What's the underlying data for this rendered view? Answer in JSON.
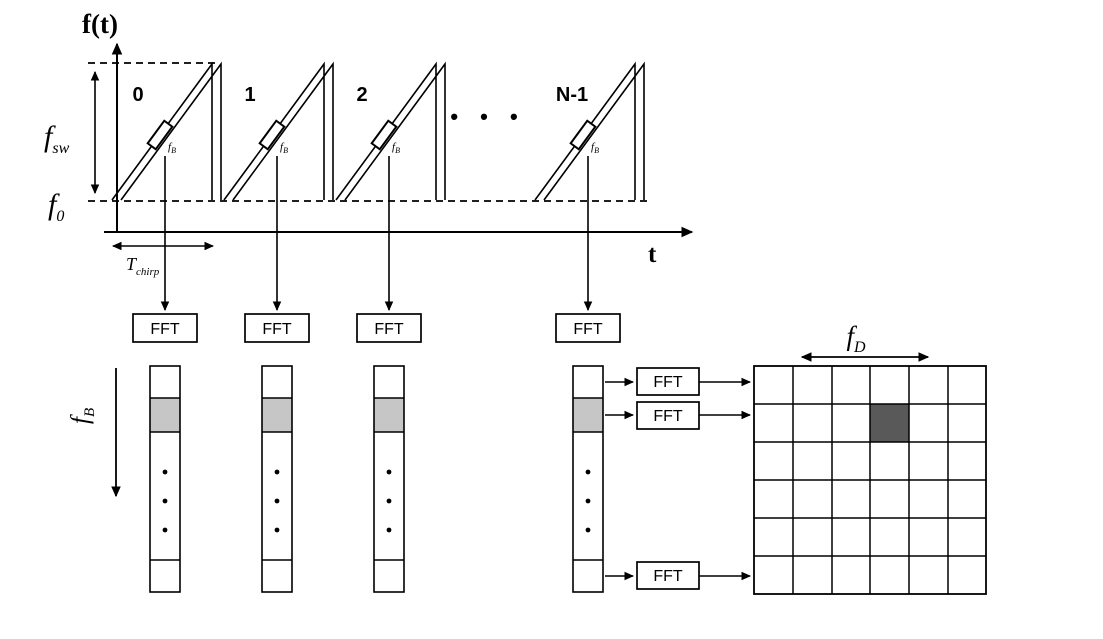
{
  "figure": {
    "description": "FMCW radar chirp sequence processed by per-chirp range FFTs and cross-chirp Doppler FFTs into a range-Doppler map",
    "axes": {
      "y_label": "f(t)",
      "x_label": "t"
    },
    "labels": {
      "f_sw": {
        "base": "f",
        "sub": "sw"
      },
      "f_0": {
        "base": "f",
        "sub": "0"
      },
      "t_chirp": {
        "base": "T",
        "sub": "chirp"
      },
      "f_b": {
        "base": "f",
        "sub": "B"
      },
      "f_d": {
        "base": "f",
        "sub": "D"
      },
      "fft": "FFT",
      "ellipsis": "• • •"
    },
    "chirp_indices": [
      "0",
      "1",
      "2",
      "N-1"
    ],
    "colors": {
      "stroke": "#000000",
      "range_bin_highlight": "#c6c6c6",
      "doppler_cell_highlight": "#595959",
      "background": "#ffffff"
    },
    "range_doppler_map": {
      "rows": 6,
      "cols": 6,
      "highlight_row": 2,
      "highlight_col": 4
    }
  }
}
